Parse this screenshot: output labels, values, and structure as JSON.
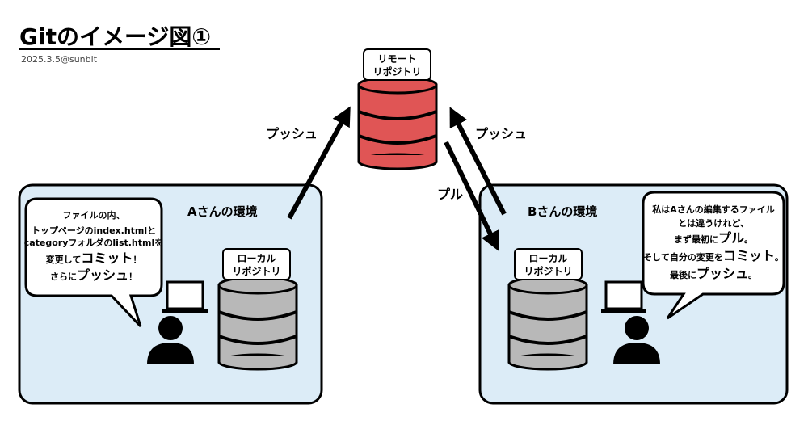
{
  "header": {
    "title": "Gitのイメージ図①",
    "subtitle": "2025.3.5@sunbit"
  },
  "remote": {
    "label_line1": "リモート",
    "label_line2": "リポジトリ"
  },
  "arrows": {
    "push_a": "プッシュ",
    "push_b": "プッシュ",
    "pull_b": "プル"
  },
  "env_a": {
    "title": "Aさんの環境",
    "repo_line1": "ローカル",
    "repo_line2": "リポジトリ",
    "bubble": {
      "line1": "ファイルの内、",
      "line2": "トップページのindex.htmlと",
      "line3": "categoryフォルダのlist.htmlを",
      "line4_pre": "変更して",
      "line4_big": "コミット",
      "line4_post": "！",
      "line5_pre": "さらに",
      "line5_big": "プッシュ",
      "line5_post": "！"
    }
  },
  "env_b": {
    "title": "Bさんの環境",
    "repo_line1": "ローカル",
    "repo_line2": "リポジトリ",
    "bubble": {
      "line1": "私はAさんの編集するファイル",
      "line2": "とは違うけれど、",
      "line3_pre": "まず最初に",
      "line3_big": "プル",
      "line3_post": "。",
      "line4_pre": "そして自分の変更を",
      "line4_big": "コミット",
      "line4_post": "。",
      "line5_pre": "最後に",
      "line5_big": "プッシュ",
      "line5_post": "。"
    }
  },
  "colors": {
    "remote_db": "#e05555",
    "local_db": "#b8b8b8",
    "env_bg": "#dcecf7"
  }
}
